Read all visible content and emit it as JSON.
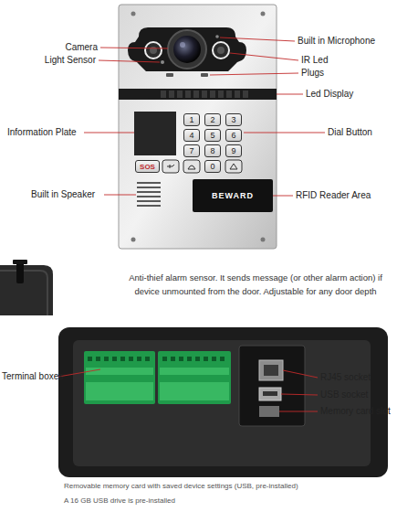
{
  "diagram": {
    "nodes": [
      {
        "text": [
          "1"
        ]
      },
      {
        "text": [
          "2"
        ]
      },
      {
        "text": [
          "3"
        ]
      },
      {
        "text": [
          "4"
        ]
      },
      {
        "text": [
          "5"
        ]
      },
      {
        "text": [
          "6"
        ]
      },
      {
        "text": [
          "7"
        ]
      },
      {
        "text": [
          "8"
        ]
      },
      {
        "text": [
          "9"
        ]
      },
      {
        "text": [
          "SOS"
        ]
      },
      {
        "text": [
          "0"
        ]
      },
      {
        "text": [
          "BEWARD"
        ]
      }
    ],
    "edges": [],
    "labels": [
      "Camera",
      "Light Sensor",
      "Built in Microphone",
      "IR Led",
      "Plugs",
      "Led Display",
      "Information Plate",
      "Dial Button",
      "Built in Speaker",
      "RFID Reader Area",
      "Anti-thief alarm sensor. It sends message (or other alarm action) if device unmounted from the door. Adjustable for any door depth",
      "Terminal boxes",
      "RJ45 socket",
      "USB socket",
      "Memory card slot",
      "Removable memory card with saved device settings (USB, pre-installed)",
      "A 16 GB USB drive is pre-installed"
    ]
  }
}
